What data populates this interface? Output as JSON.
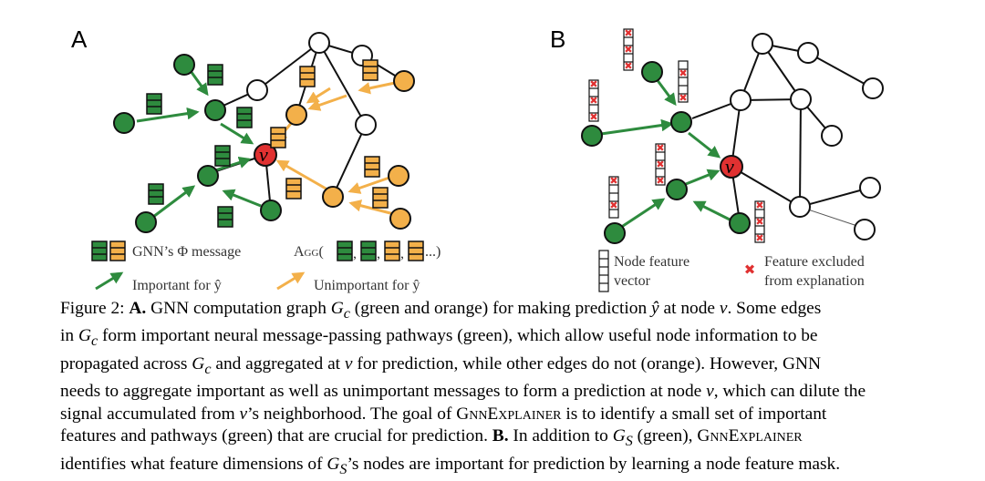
{
  "figure": {
    "panel_a_label": "A",
    "panel_b_label": "B",
    "center_node_label": "v",
    "legend_a": {
      "message_label": "GNN’s Φ message",
      "agg_prefix": "Agg(",
      "agg_ellipsis": "...)",
      "important_label": "Important for ŷ",
      "unimportant_label": "Unimportant for ŷ"
    },
    "legend_b": {
      "node_feature_line1": "Node feature",
      "node_feature_line2": "vector",
      "excluded_line1": "Feature excluded",
      "excluded_line2": "from explanation"
    },
    "colors": {
      "important": "#2e8b3e",
      "unimportant": "#f3b04a",
      "target": "#e03131",
      "excluded": "#e03131"
    }
  },
  "caption": {
    "l1_a": "Figure 2: ",
    "l1_b": "A.",
    "l1_c": " GNN computation graph ",
    "l1_d": "G",
    "l1_e": "c",
    "l1_f": " (green and orange) for making prediction ",
    "l1_g": "ŷ",
    "l1_h": " at node ",
    "l1_i": "v",
    "l1_j": ". Some edges",
    "l2_a": "in ",
    "l2_b": "G",
    "l2_c": "c",
    "l2_d": " form important neural message-passing pathways (green), which allow useful node information to be",
    "l3_a": "propagated across ",
    "l3_b": "G",
    "l3_c": "c",
    "l3_d": " and aggregated at ",
    "l3_e": "v",
    "l3_f": " for prediction, while other edges do not (orange). However, GNN",
    "l4_a": "needs to aggregate important as well as unimportant messages to form a prediction at node ",
    "l4_b": "v",
    "l4_c": ", which can dilute the",
    "l5_a": "signal accumulated from ",
    "l5_b": "v",
    "l5_c": "’s neighborhood. The goal of ",
    "l5_d": "GnnExplainer",
    "l5_e": " is to identify a small set of important",
    "l6_a": "features and pathways (green) that are crucial for prediction. ",
    "l6_b": "B.",
    "l6_c": " In addition to ",
    "l6_d": "G",
    "l6_e": "S",
    "l6_f": " (green), ",
    "l6_g": "GnnExplainer",
    "l7_a": "identifies what feature dimensions of ",
    "l7_b": "G",
    "l7_c": "S",
    "l7_d": "’s nodes are important for prediction by learning a node feature mask."
  }
}
